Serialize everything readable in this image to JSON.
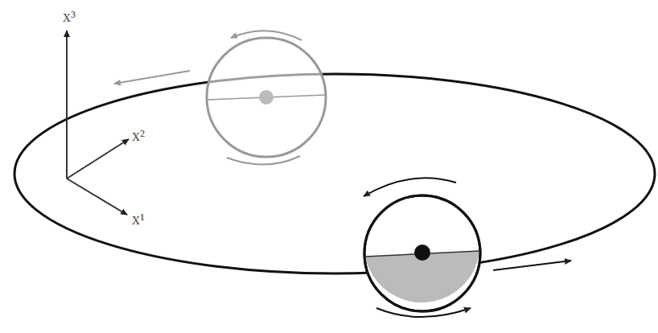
{
  "diagram": {
    "labels": [
      "x³",
      "x²",
      "x¹"
    ]
  }
}
